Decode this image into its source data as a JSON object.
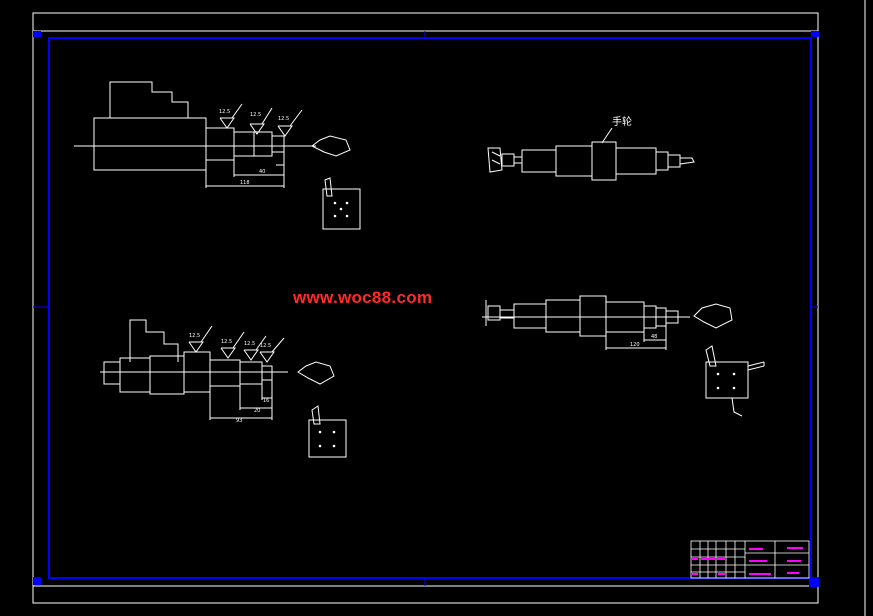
{
  "watermark": "www.woc88.com",
  "annotations": {
    "handwheel_label": "手轮"
  },
  "dimensions": {
    "d1": "118",
    "d2": "40",
    "d3": "93",
    "d4": "20",
    "d5": "16",
    "d6": "120",
    "d7": "48"
  },
  "roughness": [
    "12.5",
    "12.5",
    "12.5",
    "12.5",
    "12.5",
    "12.5",
    "12.5"
  ],
  "colors": {
    "background": "#000000",
    "frame": "#ffffff",
    "border": "#0000ff",
    "drawing": "#ffffff",
    "watermark": "#ff2a2a",
    "title_text": "#ff00ff"
  }
}
